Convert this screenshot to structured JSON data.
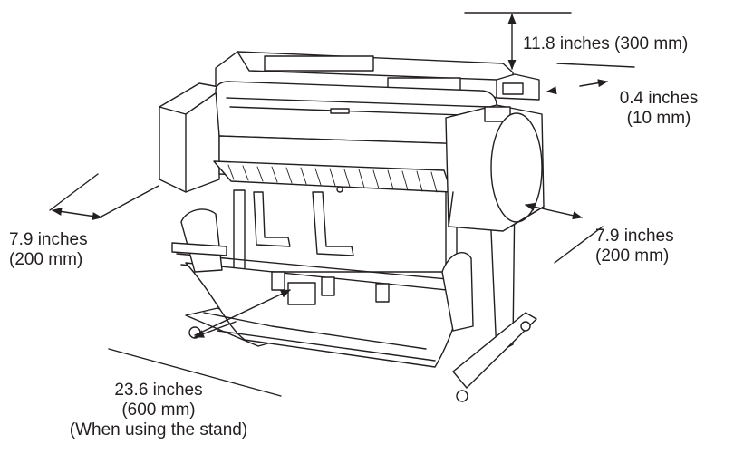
{
  "labels": {
    "top": "11.8 inches (300 mm)",
    "right_gap_line1": "0.4 inches",
    "right_gap_line2": "(10 mm)",
    "left_line1": "7.9 inches",
    "left_line2": "(200 mm)",
    "right_line1": "7.9 inches",
    "right_line2": "(200 mm)",
    "front_line1": "23.6 inches",
    "front_line2": "(600 mm)",
    "front_line3": "(When using the stand)"
  },
  "colors": {
    "line": "#231f20",
    "fill": "#ffffff"
  }
}
